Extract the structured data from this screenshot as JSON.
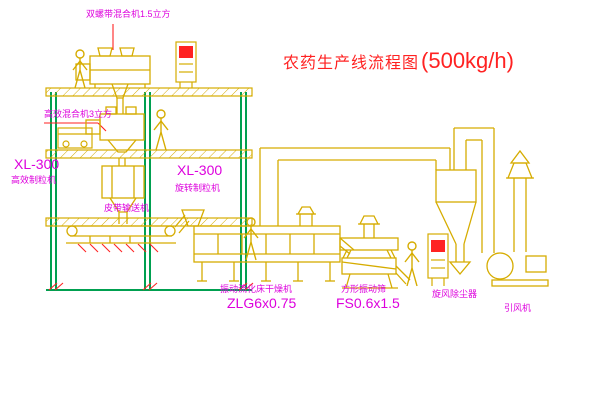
{
  "title": {
    "text": "农药生产线流程图",
    "capacity": "(500kg/h)"
  },
  "labels": {
    "ribbon_mixer": "双螺带混合机1.5立方",
    "high_mixer": "高效混合机3立方",
    "granulator1_model": "XL-300",
    "granulator1_name": "高效制粒机",
    "granulator2_model": "XL-300",
    "granulator2_name": "旋转制粒机",
    "belt_conveyor": "皮带输送机",
    "dryer_name": "振动流化床干燥机",
    "dryer_model": "ZLG6x0.75",
    "sieve_name": "方形振动筛",
    "sieve_model": "FS0.6x1.5",
    "cyclone": "旋风除尘器",
    "fan": "引风机"
  },
  "colors": {
    "machine_yellow": "#d6ac00",
    "structure_green": "#00a050",
    "label_magenta": "#dd00dd",
    "accent_red": "#ff2222",
    "background": "#ffffff"
  }
}
